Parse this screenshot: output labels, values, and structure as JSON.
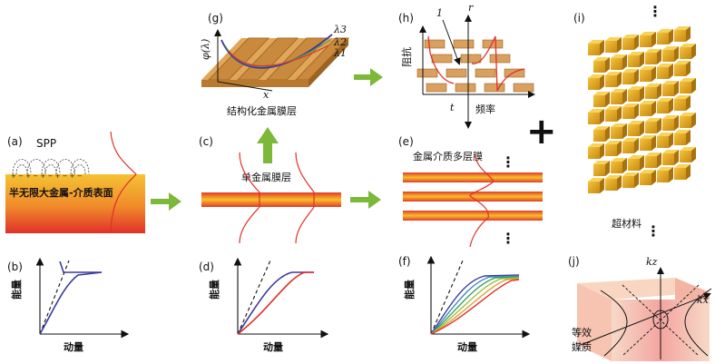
{
  "panels": {
    "a": {
      "tag": "(a)",
      "title": "SPP",
      "caption": "半无限大金属-介质表面"
    },
    "b": {
      "tag": "(b)",
      "ylabel": "能量",
      "xlabel": "动量"
    },
    "c": {
      "tag": "(c)",
      "caption": "单金属膜层"
    },
    "d": {
      "tag": "(d)",
      "ylabel": "能量",
      "xlabel": "动量"
    },
    "e": {
      "tag": "(e)",
      "caption": "金属介质多层膜",
      "more": "⋮"
    },
    "f": {
      "tag": "(f)",
      "ylabel": "能量",
      "xlabel": "动量"
    },
    "g": {
      "tag": "(g)",
      "caption": "结构化金属膜层",
      "ylabel": "φ(λ)",
      "xlabel": "x",
      "lambdas": [
        "λ3",
        "λ2",
        "λ1"
      ]
    },
    "h": {
      "tag": "(h)",
      "ylabel": "阻抗",
      "xlabel": "频率",
      "mark_1": "1",
      "mark_r": "r",
      "mark_t": "t"
    },
    "i": {
      "tag": "(i)",
      "caption": "超材料",
      "more": "⋮"
    },
    "j": {
      "tag": "(j)",
      "kz": "kz",
      "kx": "kx",
      "caption_line1": "等效",
      "caption_line2": "媒质"
    }
  },
  "plus": "+",
  "colors": {
    "gold": "#e8a22c",
    "arrow": "#7cb83a",
    "red": "#e0302a",
    "blue": "#3a3aa0"
  }
}
